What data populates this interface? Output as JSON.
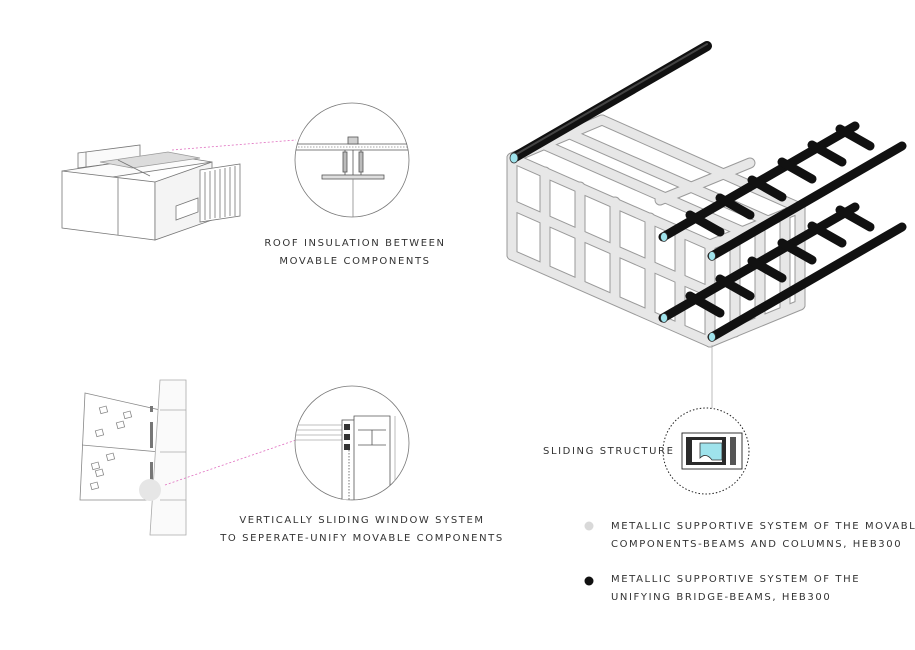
{
  "captions": {
    "roof_line1": "ROOF INSULATION BETWEEN",
    "roof_line2": "MOVABLE COMPONENTS",
    "window_line1": "VERTICALLY SLIDING WINDOW SYSTEM",
    "window_line2": "TO SEPERATE-UNIFY MOVABLE COMPONENTS",
    "sliding": "SLIDING STRUCTURE"
  },
  "legend": [
    {
      "line1": "METALLIC SUPPORTIVE SYSTEM OF THE MOVABLE",
      "line2": "COMPONENTS-BEAMS AND COLUMNS, HEB300",
      "color": "#d9d9d9"
    },
    {
      "line1": "METALLIC SUPPORTIVE SYSTEM OF THE",
      "line2": "UNIFYING BRIDGE-BEAMS, HEB300",
      "color": "#111111"
    }
  ],
  "colors": {
    "frame_light": "#e3e3e3",
    "frame_outline": "#9a9a9a",
    "beam_dark": "#1b1b1b",
    "callout_line": "#e06fc0",
    "accent_cyan": "#9fe3ec"
  }
}
